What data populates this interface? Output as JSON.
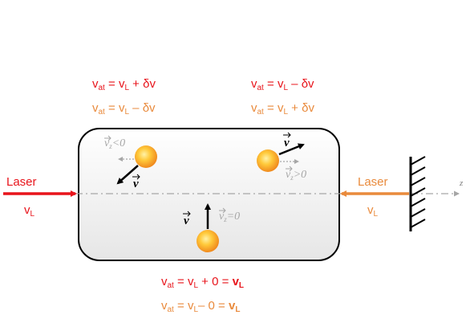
{
  "equations": {
    "top_left_red": {
      "base": "v",
      "sub": "at",
      "mid": " = v",
      "sub2": "L",
      "tail": " + δv"
    },
    "top_left_orange": {
      "base": "v",
      "sub": "at",
      "mid": " = v",
      "sub2": "L",
      "tail": " – δv"
    },
    "top_right_red": {
      "base": "v",
      "sub": "at",
      "mid": " = v",
      "sub2": "L",
      "tail": " – δv"
    },
    "top_right_orange": {
      "base": "v",
      "sub": "at",
      "mid": " = v",
      "sub2": "L",
      "tail": " + δv"
    },
    "bottom_red": {
      "base": "v",
      "sub": "at",
      "mid": " = v",
      "sub2": "L",
      "tail": " + 0 = ",
      "bold": "v",
      "bold_sub": "L"
    },
    "bottom_orange": {
      "base": "v",
      "sub": "at",
      "mid": " = v",
      "sub2": "L",
      "tail": "– 0 = ",
      "bold": "v",
      "bold_sub": "L"
    }
  },
  "lasers": {
    "left": {
      "label": "Laser",
      "freq": "v",
      "freq_sub": "L",
      "color": "#e8141b"
    },
    "right": {
      "label": "Laser",
      "freq": "v",
      "freq_sub": "L",
      "color": "#e98a3c"
    }
  },
  "atoms": {
    "left": {
      "velocity": "v",
      "vz": "v",
      "vz_sub": "z",
      "vz_cond": "<0"
    },
    "right": {
      "velocity": "v",
      "vz": "v",
      "vz_sub": "z",
      "vz_cond": ">0"
    },
    "bottom": {
      "velocity": "v",
      "vz": "v",
      "vz_sub": "z",
      "vz_cond": "=0"
    }
  },
  "axis_label": "z",
  "colors": {
    "red": "#e8141b",
    "orange": "#e98a3c",
    "cell_border": "#000000",
    "atom": "#f5a623",
    "vz_gray": "#a6a6a6"
  }
}
